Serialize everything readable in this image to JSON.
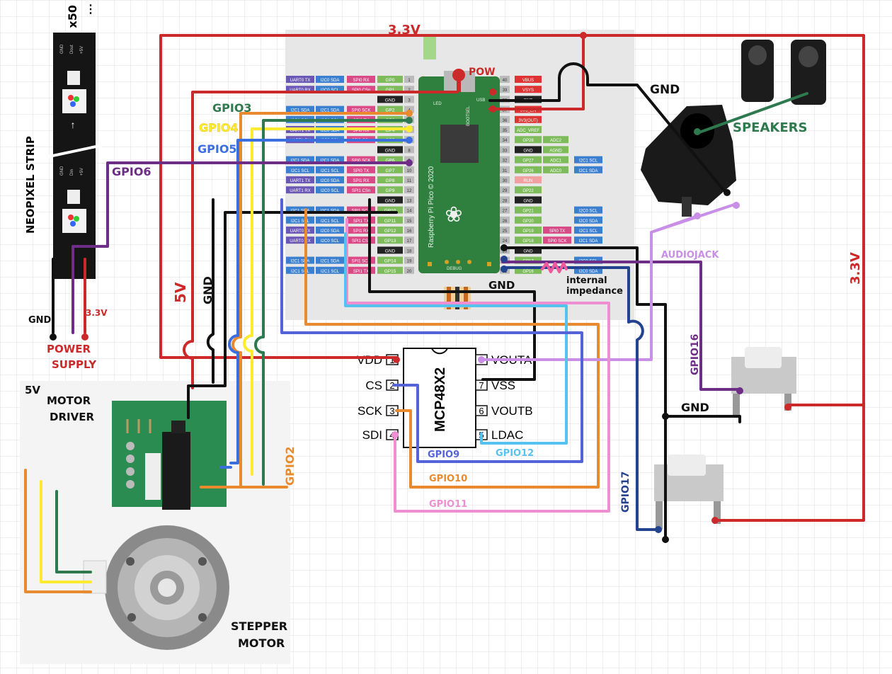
{
  "neopixel": {
    "count": "x50",
    "title": "NEOPIXEL STRIP",
    "pad_gnd": "GND",
    "pad_din": "Din",
    "pad_dout": "Dout",
    "pad_5v": "+5V"
  },
  "power_supply": {
    "title": "POWER",
    "title2": "SUPPLY",
    "gnd": "GND",
    "v": "3.3V"
  },
  "motor_driver": {
    "title": "5V",
    "line1": "MOTOR",
    "line2": "DRIVER"
  },
  "stepper": {
    "line1": "STEPPER",
    "line2": "MOTOR"
  },
  "pico": {
    "pow": "POW",
    "left_gp": [
      "GP0",
      "GP1",
      "GND",
      "GP2",
      "GP3",
      "GP4",
      "GP5",
      "GND",
      "GP6",
      "GP7",
      "GP8",
      "GP9",
      "GND",
      "GP10",
      "GP11",
      "GP12",
      "GP13",
      "GND",
      "GP14",
      "GP15"
    ],
    "right_gp": [
      "VBUS",
      "VSYS",
      "GND",
      "3V3_EN",
      "3V3(OUT)",
      "ADC_VREF",
      "GP28",
      "GND",
      "GP27",
      "GP26",
      "RUN",
      "GP22",
      "GND",
      "GP21",
      "GP20",
      "GP19",
      "GP18",
      "GND",
      "GP17",
      "GP16"
    ],
    "left_nums": [
      "1",
      "2",
      "3",
      "4",
      "5",
      "6",
      "7",
      "8",
      "9",
      "10",
      "11",
      "12",
      "13",
      "14",
      "15",
      "16",
      "17",
      "18",
      "19",
      "20"
    ],
    "right_nums": [
      "40",
      "39",
      "38",
      "37",
      "36",
      "35",
      "34",
      "33",
      "32",
      "31",
      "30",
      "29",
      "28",
      "27",
      "26",
      "25",
      "24",
      "23",
      "22",
      "21"
    ],
    "board_text": "Raspberry Pi Pico © 2020",
    "left_alt1": [
      "UART0 TX",
      "UART0 RX",
      "",
      "I2C1 SDA",
      "I2C1 SCL",
      "UART1 TX",
      "UART1 RX",
      "",
      "I2C1 SDA",
      "I2C1 SCL",
      "UART1 TX",
      "UART1 RX",
      "",
      "I2C1 SDA",
      "I2C1 SCL",
      "UART0 TX",
      "UART0 RX",
      "",
      "I2C1 SDA",
      "I2C1 SCL"
    ],
    "left_alt2": [
      "I2C0 SDA",
      "I2C0 SCL",
      "",
      "I2C1 SDA",
      "I2C1 SCL",
      "I2C0 SDA",
      "I2C0 SCL",
      "",
      "I2C1 SDA",
      "I2C1 SCL",
      "I2C0 SDA",
      "I2C0 SCL",
      "",
      "I2C1 SDA",
      "I2C1 SCL",
      "I2C0 SDA",
      "I2C0 SCL",
      "",
      "I2C1 SDA",
      "I2C1 SCL"
    ],
    "left_alt3": [
      "SPI0 RX",
      "SPI0 CSn",
      "",
      "SPI0 SCK",
      "SPI0 TX",
      "SPI0 RX",
      "SPI0 CSn",
      "",
      "SPI0 SCK",
      "SPI0 TX",
      "SPI1 RX",
      "SPI1 CSn",
      "",
      "SPI1 SCK",
      "SPI1 TX",
      "SPI1 RX",
      "SPI1 CSn",
      "",
      "SPI1 SCK",
      "SPI1 TX"
    ],
    "right_adc": [
      "",
      "",
      "",
      "",
      "",
      "",
      "ADC2",
      "AGND",
      "ADC1",
      "ADC0",
      "",
      "",
      "",
      "",
      "",
      "",
      "",
      "",
      "",
      ""
    ],
    "right_spi": [
      "",
      "",
      "",
      "",
      "",
      "",
      "",
      "",
      "",
      "",
      "",
      "",
      "",
      "",
      "",
      "SPI0 TX",
      "SPI0 SCK",
      "",
      "",
      ""
    ],
    "right_i2c": [
      "",
      "",
      "",
      "",
      "",
      "",
      "",
      "",
      "I2C1 SCL",
      "I2C1 SDA",
      "",
      "",
      "",
      "I2C0 SCL",
      "I2C0 SDA",
      "I2C1 SCL",
      "I2C1 SDA",
      "",
      "I2C0 SCL",
      "I2C0 SDA"
    ],
    "debug": "DEBUG",
    "usb": "USB",
    "led": "LED",
    "bootsel": "BOOTSEL"
  },
  "chip": {
    "name": "MCP48X2",
    "pins_left": [
      "VDD",
      "CS",
      "SCK",
      "SDI"
    ],
    "pins_right": [
      "VOUTA",
      "VSS",
      "VOUTB",
      "LDAC"
    ],
    "nums_left": [
      "1",
      "2",
      "3",
      "4"
    ],
    "nums_right": [
      "8",
      "7",
      "6",
      "5"
    ]
  },
  "labels": {
    "v33_top": "3.3V",
    "v33_right": "3.3V",
    "v5": "5V",
    "gnd_left": "GND",
    "gnd_top": "GND",
    "gnd_mid": "GND",
    "gnd_btn": "GND",
    "speakers": "SPEAKERS",
    "audiojack": "AUDIOJACK",
    "internal1": "internal",
    "internal2": "impedance",
    "gpio3": "GPIO3",
    "gpio4": "GPIO4",
    "gpio5": "GPIO5",
    "gpio6": "GPIO6",
    "gpio2": "GPIO2",
    "gpio9": "GPIO9",
    "gpio10": "GPIO10",
    "gpio11": "GPIO11",
    "gpio12": "GPIO12",
    "gpio16": "GPIO16",
    "gpio17": "GPIO17"
  },
  "colors": {
    "red": "#cc2a2a",
    "black": "#111111",
    "orange": "#ea8a2f",
    "yellow": "#ffea32",
    "green": "#2e7a4e",
    "blue": "#3b6fe0",
    "purple": "#6e2d86",
    "lilac": "#c98ee6",
    "pink": "#ee8fd2",
    "lightblue": "#56c2ee",
    "navy": "#23438f",
    "periwinkle": "#5563d8",
    "pinkpin": "#f05a9c",
    "pico_green": "#2f7f3e"
  }
}
